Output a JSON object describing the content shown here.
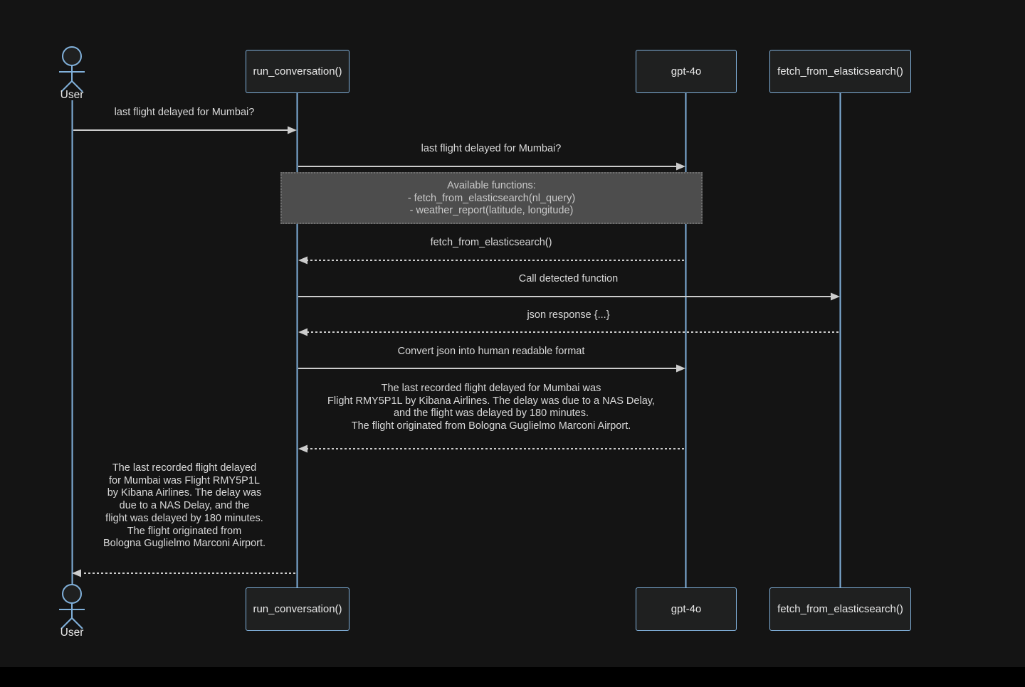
{
  "diagram": {
    "type": "sequence-diagram",
    "actors": [
      {
        "id": "user",
        "kind": "actor",
        "label": "User"
      },
      {
        "id": "run-conversation",
        "kind": "participant",
        "label": "run_conversation()"
      },
      {
        "id": "gpt-4o",
        "kind": "participant",
        "label": "gpt-4o"
      },
      {
        "id": "fetch-from-elasticsearch",
        "kind": "participant",
        "label": "fetch_from_elasticsearch()"
      }
    ],
    "messages": [
      {
        "from": "User",
        "to": "run_conversation()",
        "line": "solid",
        "text": "last flight delayed for Mumbai?"
      },
      {
        "from": "run_conversation()",
        "to": "gpt-4o",
        "line": "solid",
        "text": "last flight delayed for Mumbai?"
      },
      {
        "from": "gpt-4o",
        "to": "run_conversation()",
        "line": "dashed",
        "text": "fetch_from_elasticsearch()"
      },
      {
        "from": "run_conversation()",
        "to": "fetch_from_elasticsearch()",
        "line": "solid",
        "text": "Call detected function"
      },
      {
        "from": "fetch_from_elasticsearch()",
        "to": "run_conversation()",
        "line": "dashed",
        "text": "json response {...}"
      },
      {
        "from": "run_conversation()",
        "to": "gpt-4o",
        "line": "solid",
        "text": "Convert json into human readable format"
      },
      {
        "from": "gpt-4o",
        "to": "run_conversation()",
        "line": "dashed",
        "text": "The last recorded flight delayed for Mumbai was\nFlight RMY5P1L by Kibana Airlines. The delay was due to a NAS Delay,\nand the flight was delayed by 180 minutes.\nThe flight originated from Bologna Guglielmo Marconi Airport."
      },
      {
        "from": "run_conversation()",
        "to": "User",
        "line": "dashed",
        "text": "The last recorded flight delayed\nfor Mumbai was Flight RMY5P1L\nby Kibana Airlines. The delay was\ndue to a NAS Delay, and the\nflight was delayed by 180 minutes.\nThe flight originated from\nBologna Guglielmo Marconi Airport."
      }
    ],
    "note": {
      "over": "run_conversation(), gpt-4o",
      "text": "Available functions:\n- fetch_from_elasticsearch(nl_query)\n- weather_report(latitude, longitude)"
    },
    "colors": {
      "background": "#141414",
      "participant_fill": "#1f2020",
      "accent_border": "#81b1db",
      "arrow": "#cccccc",
      "message_text": "#d9d9d9",
      "note_fill": "#4d4d4d",
      "note_border": "#6e6e6e",
      "note_text": "#c9c9c9"
    }
  }
}
